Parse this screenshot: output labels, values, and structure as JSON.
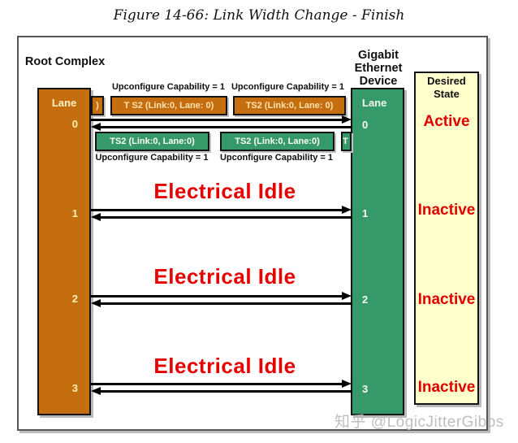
{
  "figure": {
    "title": "Figure 14-66: Link Width Change - Finish"
  },
  "left_device": {
    "name": "Root Complex",
    "lane_header": "Lane",
    "lane_numbers": [
      "0",
      "1",
      "2",
      "3"
    ]
  },
  "right_device": {
    "name_lines": [
      "Gigabit",
      "Ethernet",
      "Device"
    ],
    "lane_header": "Lane",
    "lane_numbers": [
      "0",
      "1",
      "2",
      "3"
    ]
  },
  "desired_state": {
    "header": "Desired State",
    "values": [
      "Active",
      "Inactive",
      "Inactive",
      "Inactive"
    ]
  },
  "lane0_exchange": {
    "upconfigure_labels_top": [
      "Upconfigure Capability = 1",
      "Upconfigure Capability = 1"
    ],
    "rc_ts2_partial": ")",
    "rc_ts2_boxes": [
      "T S2 (Link:0, Lane: 0)",
      "TS2 (Link:0, Lane: 0)"
    ],
    "device_ts2_boxes": [
      "TS2 (Link:0, Lane:0)",
      "TS2 (Link:0, Lane:0)"
    ],
    "device_ts2_partial": "T",
    "upconfigure_labels_bottom": [
      "Upconfigure Capability = 1",
      "Upconfigure Capability = 1"
    ]
  },
  "idle_lanes": {
    "label": "Electrical Idle"
  },
  "watermark": "知乎 @LogicJitterGibbs",
  "colors": {
    "rc_orange": "#C46E10",
    "device_green": "#36996A",
    "desired_yellow": "#FFFFCC",
    "state_red": "#E00000",
    "idle_red": "#E60000"
  }
}
